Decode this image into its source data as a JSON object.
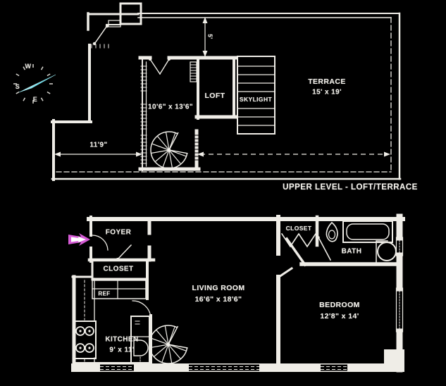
{
  "colors": {
    "background": "#000000",
    "walls": "#efede7",
    "compass_arrow": "#57dcec",
    "entry_arrow": "#d65bd6"
  },
  "compass": {
    "west": "W",
    "south": "S",
    "east": "E"
  },
  "upper_level": {
    "caption": "UPPER LEVEL - LOFT/TERRACE",
    "loft_label": "LOFT",
    "loft_room_dim": "10'6\" x 13'6\"",
    "skylight_label": "SKYLIGHT",
    "terrace_label": "TERRACE",
    "terrace_dim": "15' x 19'",
    "dim_5ft": "5'",
    "dim_11ft9": "11'9\""
  },
  "lower_level": {
    "foyer_label": "FOYER",
    "closet_left_label": "CLOSET",
    "ref_label": "REF",
    "kitchen_label": "KITCHEN",
    "kitchen_dim": "9' x 11'",
    "living_room_label": "LIVING ROOM",
    "living_room_dim": "16'6\" x 18'6\"",
    "closet_right_label": "CLOSET",
    "bath_label": "BATH",
    "bedroom_label": "BEDROOM",
    "bedroom_dim": "12'8\" x 14'"
  }
}
